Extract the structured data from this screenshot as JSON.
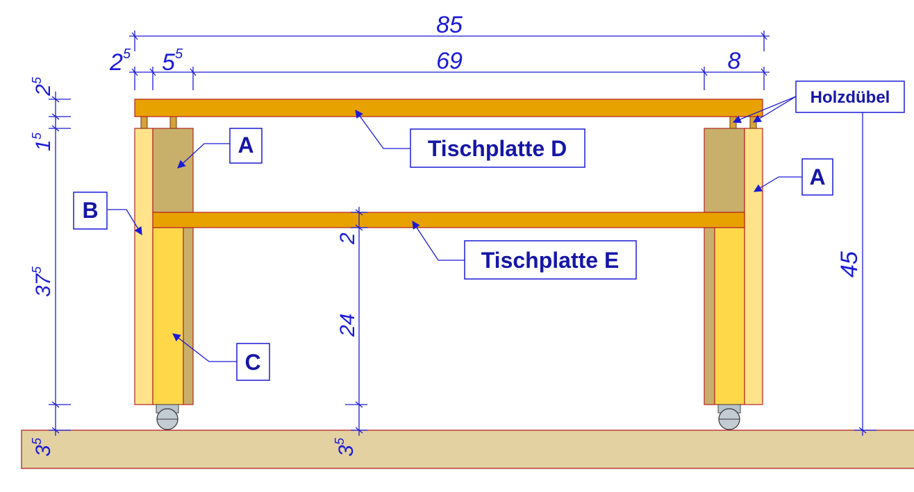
{
  "dimensions": {
    "total_width": "85",
    "left_overhang_main": "2",
    "left_overhang_sup": "5",
    "leg_width_main": "5",
    "leg_width_sup": "5",
    "inner_span": "69",
    "right_section": "8",
    "top_thickness_main": "2",
    "top_thickness_sup": "5",
    "dowel_gap_main": "1",
    "dowel_gap_sup": "5",
    "leg_height_main": "37",
    "leg_height_sup": "5",
    "caster_left_main": "3",
    "caster_left_sup": "5",
    "shelf_thickness": "2",
    "shelf_height": "24",
    "caster_mid_main": "3",
    "caster_mid_sup": "5",
    "overall_height": "45"
  },
  "labels": {
    "a_upper_left": "A",
    "a_right": "A",
    "b": "B",
    "c": "C",
    "tischplatte_d": "Tischplatte D",
    "tischplatte_e": "Tischplatte E",
    "holzduebel": "Holzdübel"
  },
  "colors": {
    "dimension_blue": "#1a1ad6",
    "label_text": "#1616a8",
    "tabletop_orange": "#e8a200",
    "leg_light": "#ffe38a",
    "leg_yellow": "#ffd84a",
    "leg_brown": "#c8b06a",
    "floor": "#e3d1a2",
    "outline_red": "#b22222"
  }
}
